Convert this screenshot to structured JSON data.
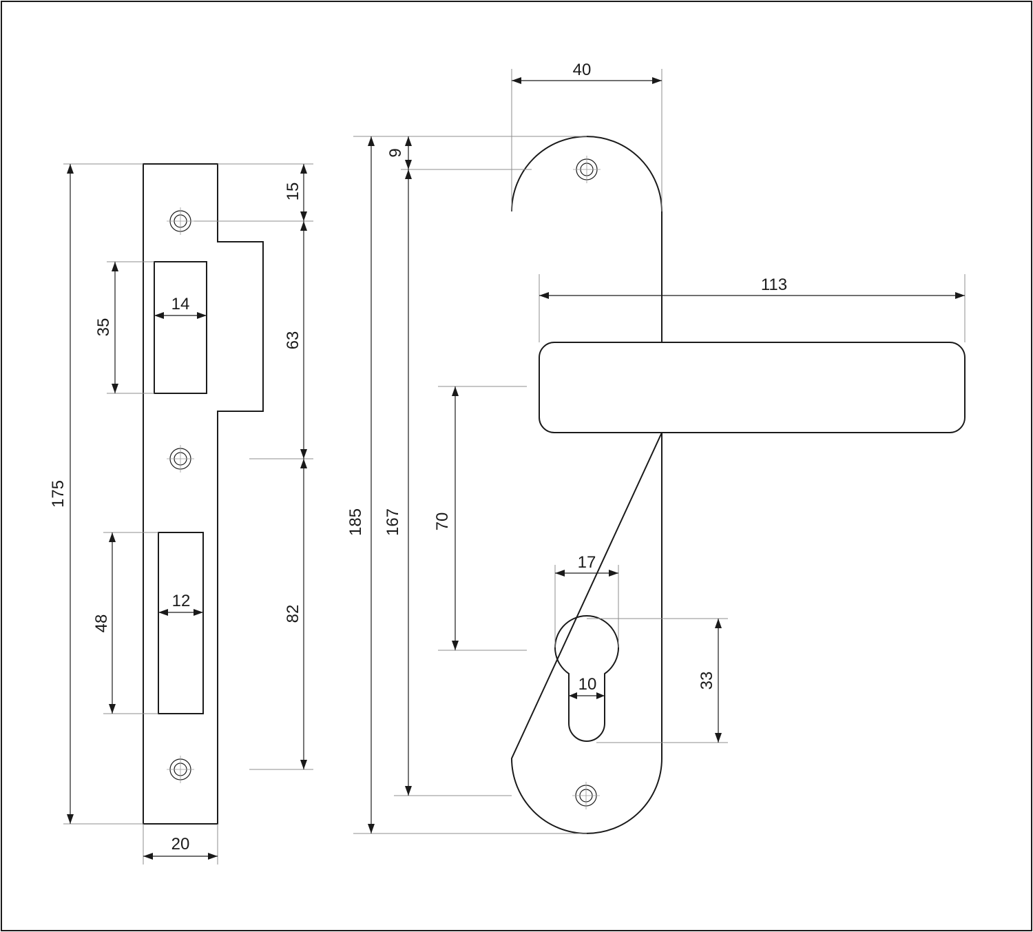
{
  "drawing": {
    "strike_plate": {
      "overall_height": "175",
      "width": "20",
      "top_to_screw": "15",
      "screw_spacing_upper": "63",
      "screw_spacing_lower": "82",
      "latch_slot_height": "35",
      "latch_slot_width": "14",
      "bolt_slot_height": "48",
      "bolt_slot_width": "12"
    },
    "handle_plate": {
      "plate_width": "40",
      "overall_height": "185",
      "screw_offset": "9",
      "screw_center_distance": "167",
      "handle_to_cylinder": "70",
      "lever_length": "113",
      "cylinder_diameter": "17",
      "cylinder_slot_width": "10",
      "cylinder_height": "33"
    }
  }
}
